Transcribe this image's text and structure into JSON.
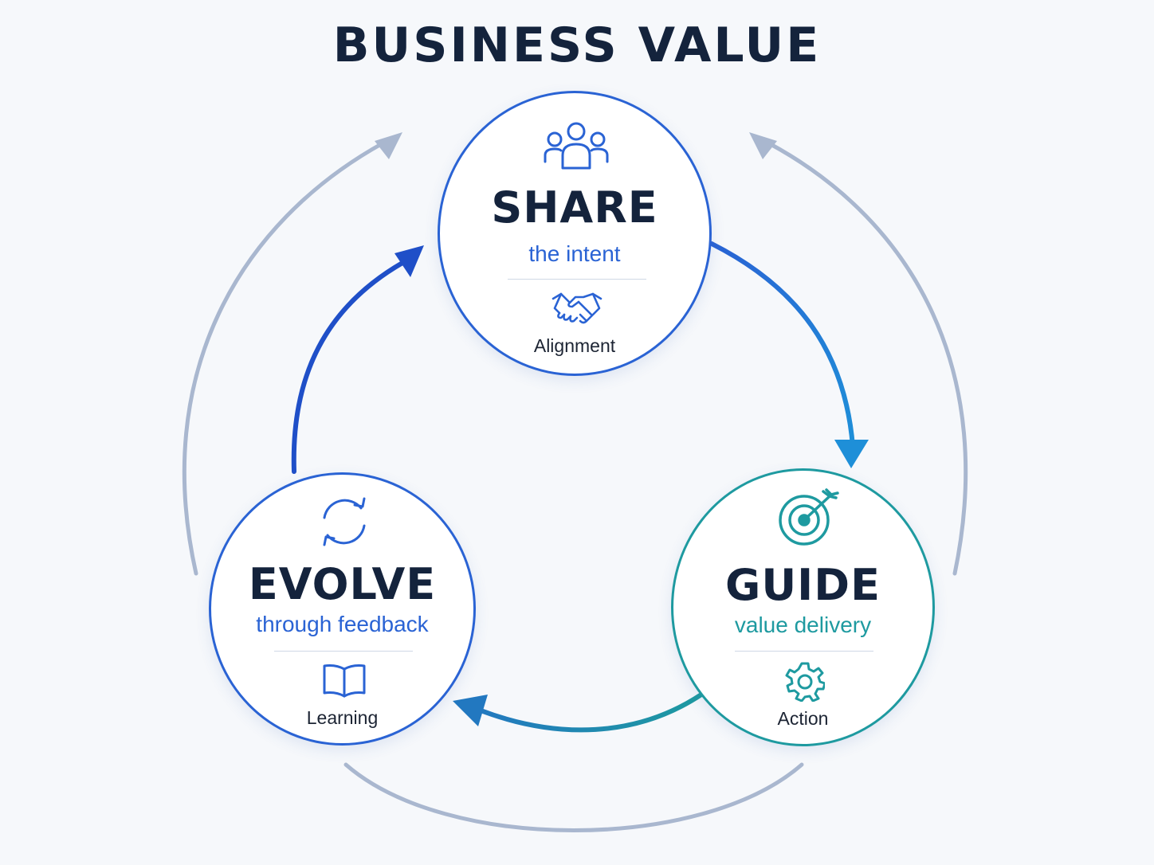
{
  "title": "BUSINESS VALUE",
  "colors": {
    "blue": "#2a63d4",
    "deep_blue": "#1f4fc8",
    "teal": "#1e9aa0",
    "outer_arc": "#a9b7cf",
    "dark_text": "#14233c"
  },
  "nodes": {
    "share": {
      "heading": "SHARE",
      "subtitle": "the intent",
      "caption": "Alignment",
      "top_icon": "people-icon",
      "bottom_icon": "handshake-icon"
    },
    "guide": {
      "heading": "GUIDE",
      "subtitle": "value delivery",
      "caption": "Action",
      "top_icon": "target-icon",
      "bottom_icon": "gear-icon"
    },
    "evolve": {
      "heading": "EVOLVE",
      "subtitle": "through feedback",
      "caption": "Learning",
      "top_icon": "refresh-icon",
      "bottom_icon": "book-icon"
    }
  },
  "flow": [
    {
      "from": "SHARE",
      "to": "GUIDE"
    },
    {
      "from": "GUIDE",
      "to": "EVOLVE"
    },
    {
      "from": "EVOLVE",
      "to": "SHARE"
    }
  ]
}
